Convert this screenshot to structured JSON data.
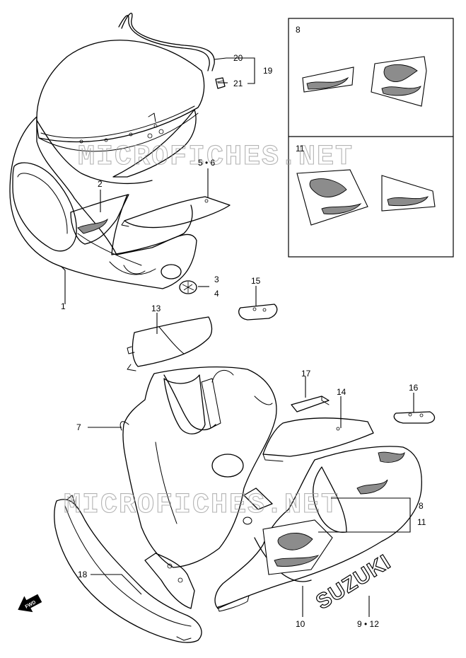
{
  "watermark": {
    "text": "MICROFICHES.NET"
  },
  "callouts": {
    "c1": "1",
    "c2": "2",
    "c3": "3",
    "c4": "4",
    "c56": "5 • 6",
    "c7": "7",
    "c8": "8",
    "c811": "8",
    "c811b": "11",
    "c9_12": "9 • 12",
    "c10": "10",
    "c11": "11",
    "c13": "13",
    "c14": "14",
    "c15": "15",
    "c16": "16",
    "c17": "17",
    "c18": "18",
    "c19": "19",
    "c20": "20",
    "c21": "21"
  },
  "logo_text": "SUZUKI",
  "direction_marker": "FWD",
  "colors": {
    "line": "#000000",
    "background": "#ffffff",
    "watermark": "#9a9a9a",
    "graphic_fill": "#8c8c8c"
  }
}
